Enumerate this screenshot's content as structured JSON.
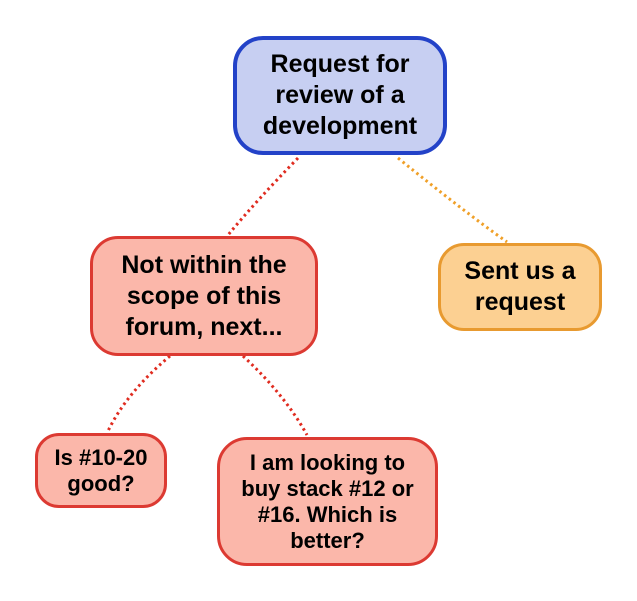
{
  "palette": {
    "background": "#ffffff",
    "blue_fill": "#c7cff2",
    "blue_border": "#2342c8",
    "red_fill": "#fbb7aa",
    "red_border": "#dc3a32",
    "orange_fill": "#fcd092",
    "orange_border": "#e89a30",
    "edge_red": "#e02c20",
    "edge_orange": "#f0a028",
    "text": "#000000"
  },
  "nodes": {
    "root": {
      "label": "Request for\nreview of a\ndevelopment",
      "color": "blue"
    },
    "not_in_scope": {
      "label": "Not within the\nscope of this\nforum, next...",
      "color": "red"
    },
    "sent_request": {
      "label": "Sent us a\nrequest",
      "color": "orange"
    },
    "is_good": {
      "label": "Is #10-20\ngood?",
      "color": "red"
    },
    "looking_to_buy": {
      "label": "I am looking to\nbuy stack #12 or\n#16. Which is\nbetter?",
      "color": "red"
    }
  },
  "edges": [
    {
      "from": "root",
      "to": "not_in_scope",
      "color": "#e02c20",
      "style": "dotted"
    },
    {
      "from": "root",
      "to": "sent_request",
      "color": "#f0a028",
      "style": "dotted"
    },
    {
      "from": "not_in_scope",
      "to": "is_good",
      "color": "#e02c20",
      "style": "dotted"
    },
    {
      "from": "not_in_scope",
      "to": "looking_to_buy",
      "color": "#e02c20",
      "style": "dotted"
    }
  ]
}
